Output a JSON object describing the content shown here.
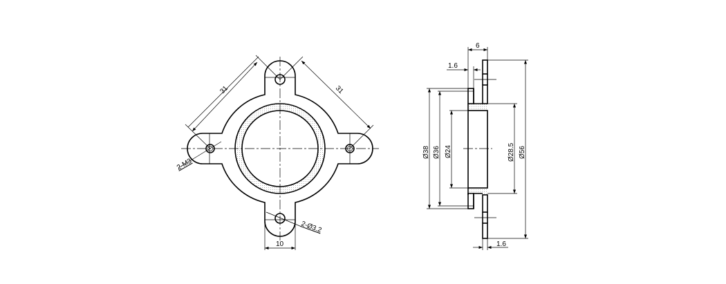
{
  "front_view": {
    "dim_diag_left": "31",
    "dim_diag_right": "31",
    "dim_lug_width": "10",
    "callout_threaded_holes": "2-M3",
    "callout_through_holes": "2-Ø3.2"
  },
  "side_view": {
    "dim_thickness": "6",
    "dim_step_top": "1.6",
    "dim_flange_bottom": "1.6",
    "dim_d38": "Ø38",
    "dim_d36": "Ø36",
    "dim_d24": "Ø24",
    "dim_d28_5": "Ø28.5",
    "dim_d56": "Ø56"
  }
}
